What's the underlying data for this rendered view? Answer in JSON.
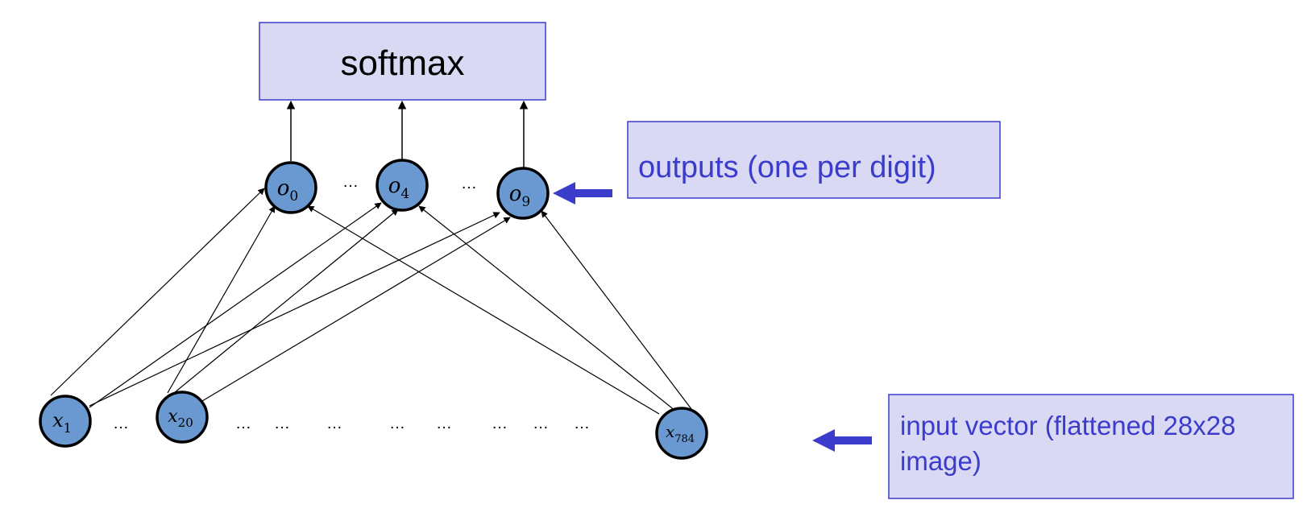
{
  "colors": {
    "node_fill": "#6a99d1",
    "node_stroke": "#000000",
    "box_fill": "#d9d9f3",
    "box_stroke": "#3c3ccc",
    "callout_text": "#3c3ccc",
    "pointer_arrow": "#3c3ccc",
    "edge": "#000000"
  },
  "softmax_box": {
    "label": "softmax"
  },
  "outputs_callout": {
    "label": "outputs (one per digit)"
  },
  "input_callout": {
    "line1": "input vector (flattened 28x28",
    "line2": "image)"
  },
  "output_nodes": [
    {
      "var": "o",
      "sub": "0"
    },
    {
      "var": "o",
      "sub": "4"
    },
    {
      "var": "o",
      "sub": "9"
    }
  ],
  "input_nodes": [
    {
      "var": "x",
      "sub": "1"
    },
    {
      "var": "x",
      "sub": "20"
    },
    {
      "var": "x",
      "sub": "784"
    }
  ],
  "ellipsis": "…"
}
